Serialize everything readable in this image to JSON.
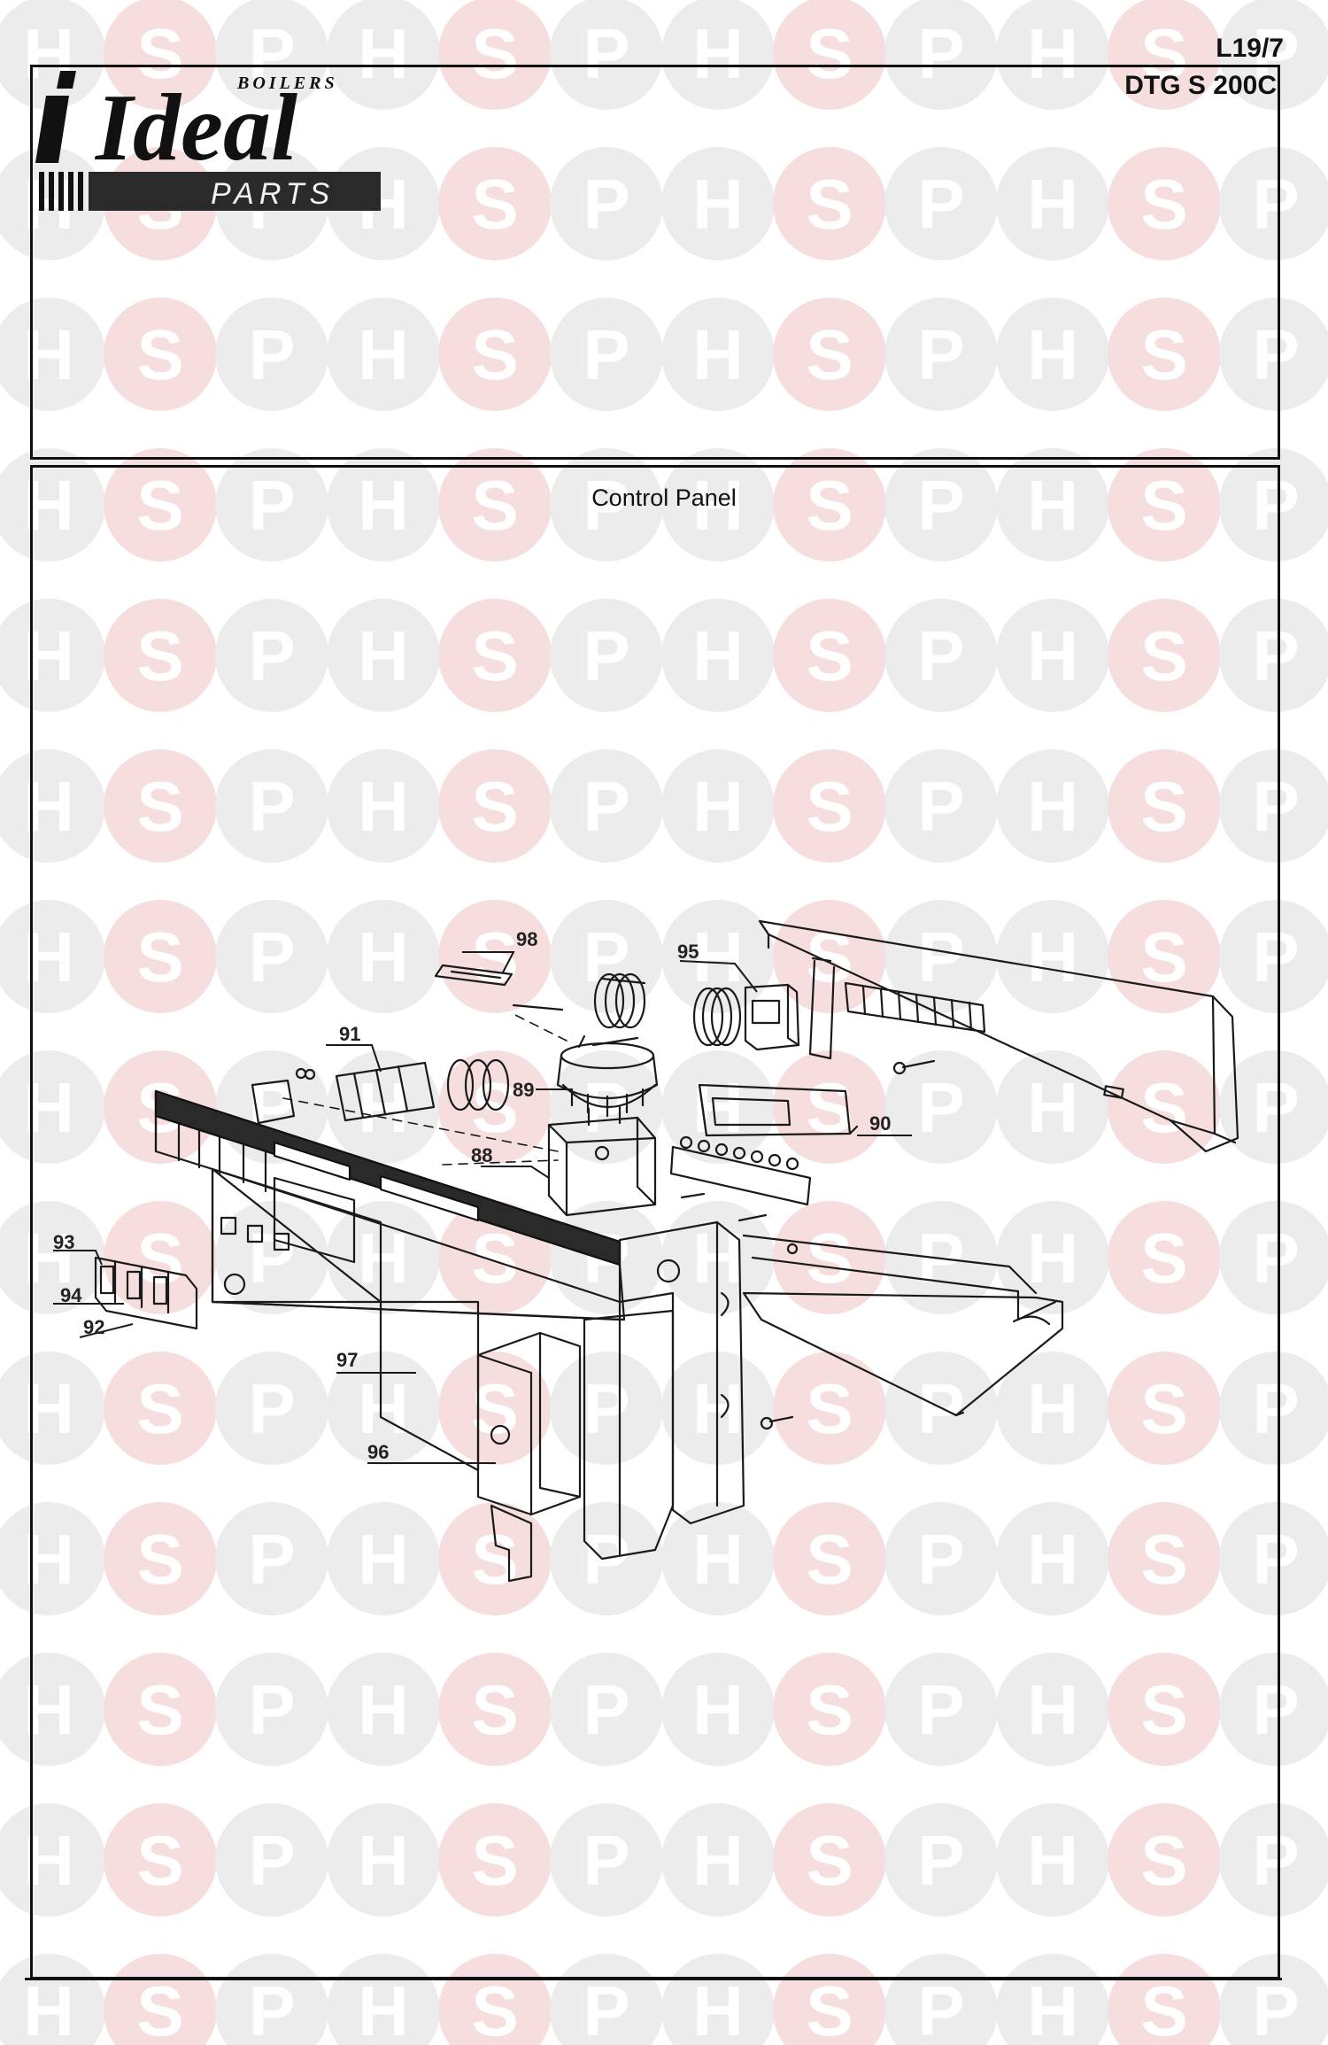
{
  "header": {
    "ref_code": "L19/7",
    "model_code": "DTG S 200C",
    "logo_brand": "Ideal",
    "logo_small": "BOILERS",
    "logo_parts": "PARTS"
  },
  "watermark": {
    "letters": [
      "H",
      "S",
      "P"
    ]
  },
  "diagram": {
    "title": "Control Panel",
    "parts": [
      "88",
      "89",
      "90",
      "91",
      "92",
      "93",
      "94",
      "95",
      "96",
      "97",
      "98"
    ]
  }
}
